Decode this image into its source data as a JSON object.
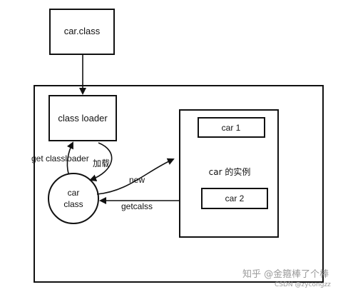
{
  "nodes": {
    "car_class_file": "car.class",
    "class_loader": "class loader",
    "car_class_circle_line1": "car",
    "car_class_circle_line2": "class",
    "car1": "car 1",
    "car2": "car 2",
    "instances_label": "car 的实例"
  },
  "edges": {
    "get_classloader": "get classloader",
    "load": "加载",
    "new": "new",
    "getcalss": "getcalss"
  },
  "watermark": {
    "main": "知乎 @金箍棒了个棒",
    "sub": "CSDN @zycongzz"
  }
}
